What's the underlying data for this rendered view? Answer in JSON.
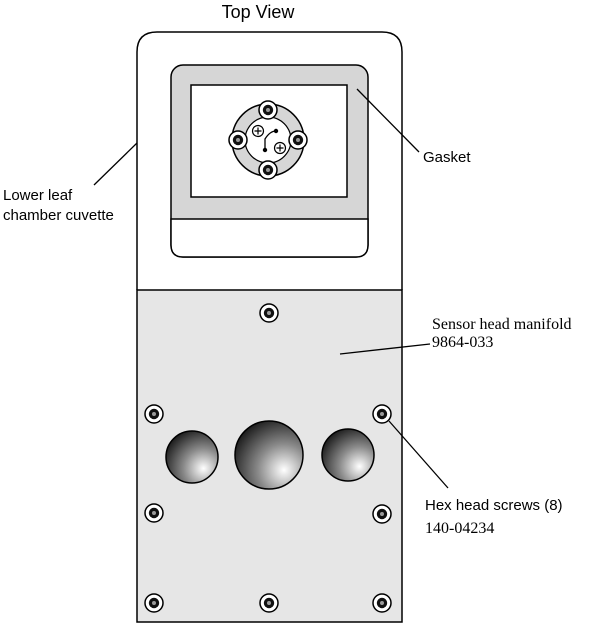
{
  "title": "Top View",
  "labels": {
    "lower_leaf_line1": "Lower leaf",
    "lower_leaf_line2": "chamber cuvette",
    "gasket": "Gasket",
    "manifold_name": "Sensor head manifold",
    "manifold_part": "9864-033",
    "screws_name": "Hex head screws (8)",
    "screws_part": "140-04234"
  }
}
